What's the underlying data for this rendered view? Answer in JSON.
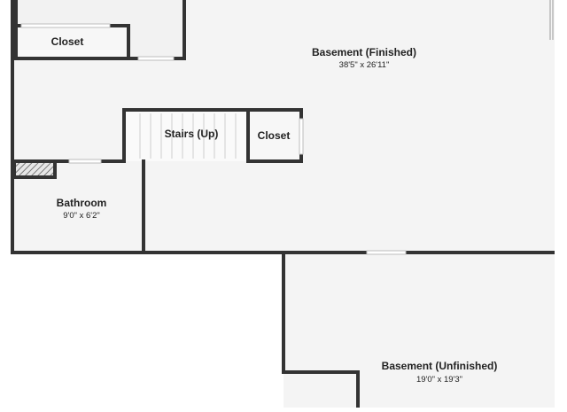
{
  "colors": {
    "wall": "#333333",
    "floor": "#f4f4f4",
    "background": "#ffffff",
    "text": "#222222"
  },
  "rooms": {
    "basement_finished": {
      "name": "Basement (Finished)",
      "dims": "38'5\" x 26'11\""
    },
    "closet_top": {
      "name": "Closet"
    },
    "stairs": {
      "name": "Stairs (Up)"
    },
    "closet_mid": {
      "name": "Closet"
    },
    "bathroom": {
      "name": "Bathroom",
      "dims": "9'0\" x 6'2\""
    },
    "basement_unfinished": {
      "name": "Basement (Unfinished)",
      "dims": "19'0\" x 19'3\""
    }
  }
}
